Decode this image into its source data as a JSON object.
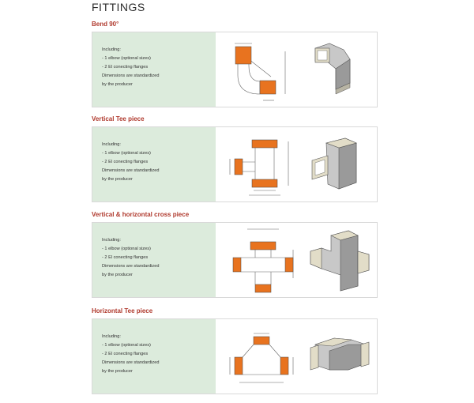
{
  "page": {
    "title": "FITTINGS"
  },
  "colors": {
    "section_title": "#b03a2e",
    "text_panel": "#dcebdc",
    "flange": "#e8731f",
    "metal": "#c8c8c8"
  },
  "sections": [
    {
      "title": "Bend 90°",
      "lines": [
        "Including:",
        "- 1 elbow (optional sizes)",
        "- 2 El conecting flanges",
        "Dimensions are standardized",
        "by the producer"
      ]
    },
    {
      "title": "Vertical Tee piece",
      "lines": [
        "Including:",
        "- 1 elbow (optional sizes)",
        "- 2 El conecting flanges",
        "Dimensions are standardized",
        "by the producer"
      ]
    },
    {
      "title": "Vertical & horizontal cross piece",
      "lines": [
        "Including:",
        "- 1 elbow (optional sizes)",
        "- 2 El conecting flanges",
        "Dimensions are standardized",
        "by the producer"
      ]
    },
    {
      "title": "Horizontal Tee piece",
      "lines": [
        "Including:",
        "- 1 elbow (optional sizes)",
        "- 2 El conecting flanges",
        "Dimensions are standardized",
        "by the producer"
      ]
    }
  ]
}
